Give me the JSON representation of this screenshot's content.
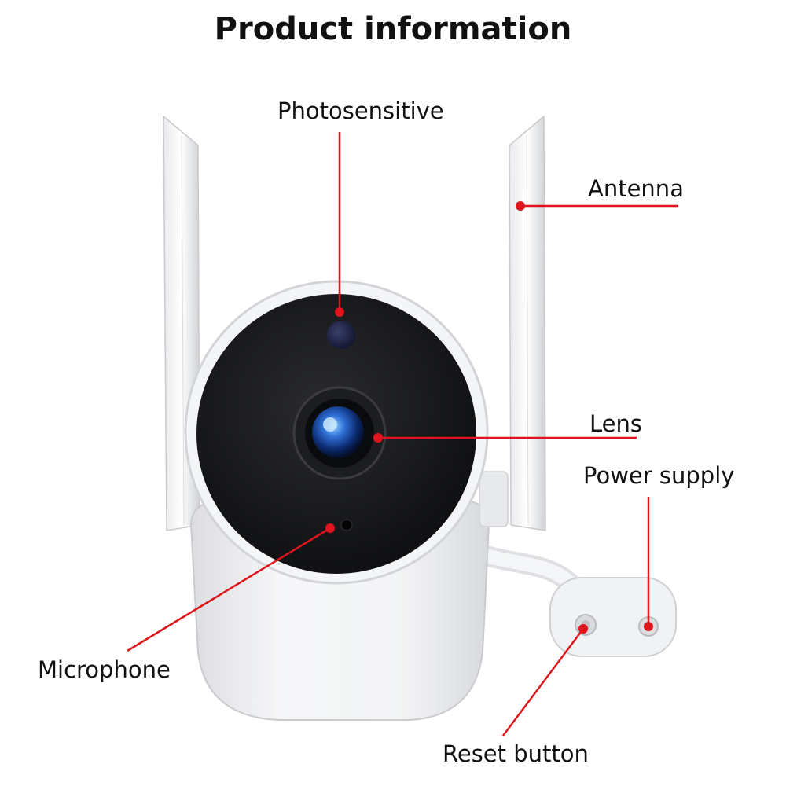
{
  "title": "Product information",
  "labels": {
    "photosensitive": "Photosensitive",
    "antenna": "Antenna",
    "lens": "Lens",
    "power_supply": "Power supply",
    "microphone": "Microphone",
    "reset_button": "Reset button"
  },
  "colors": {
    "callout": "#e0141c",
    "body": "#f2f3f4",
    "face": "#111214",
    "lens": "#2f6fd6"
  }
}
